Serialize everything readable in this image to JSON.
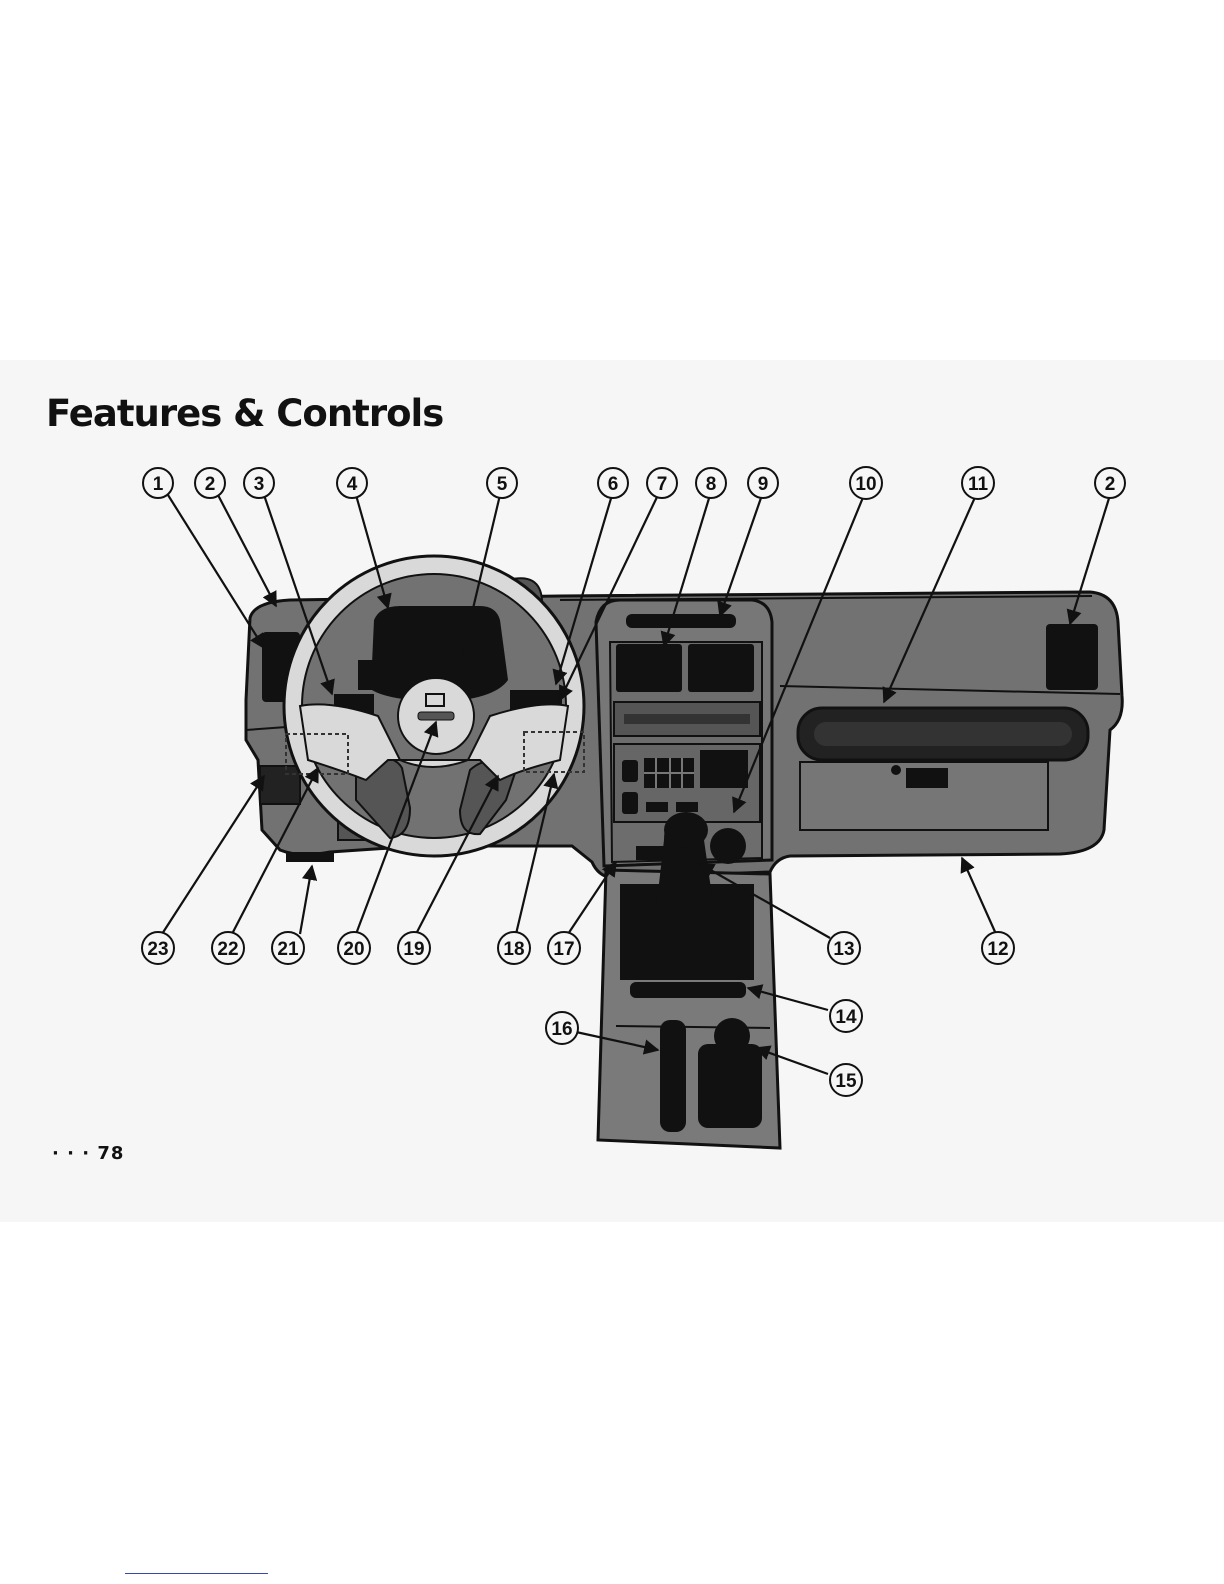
{
  "page": {
    "title": "Features & Controls",
    "page_number": "· · · 78"
  },
  "callouts": {
    "c1": "1",
    "c2": "2",
    "c3": "3",
    "c4": "4",
    "c5": "5",
    "c6": "6",
    "c7": "7",
    "c8": "8",
    "c9": "9",
    "c10": "10",
    "c11": "11",
    "c2b": "2",
    "c12": "12",
    "c13": "13",
    "c14": "14",
    "c15": "15",
    "c16": "16",
    "c17": "17",
    "c18": "18",
    "c19": "19",
    "c20": "20",
    "c21": "21",
    "c22": "22",
    "c23": "23"
  },
  "colors": {
    "panel_bg": "#f6f6f6",
    "dash_gray": "#727272",
    "dash_dark": "#555555",
    "wheel_light": "#d9d9d9",
    "black": "#111111"
  }
}
